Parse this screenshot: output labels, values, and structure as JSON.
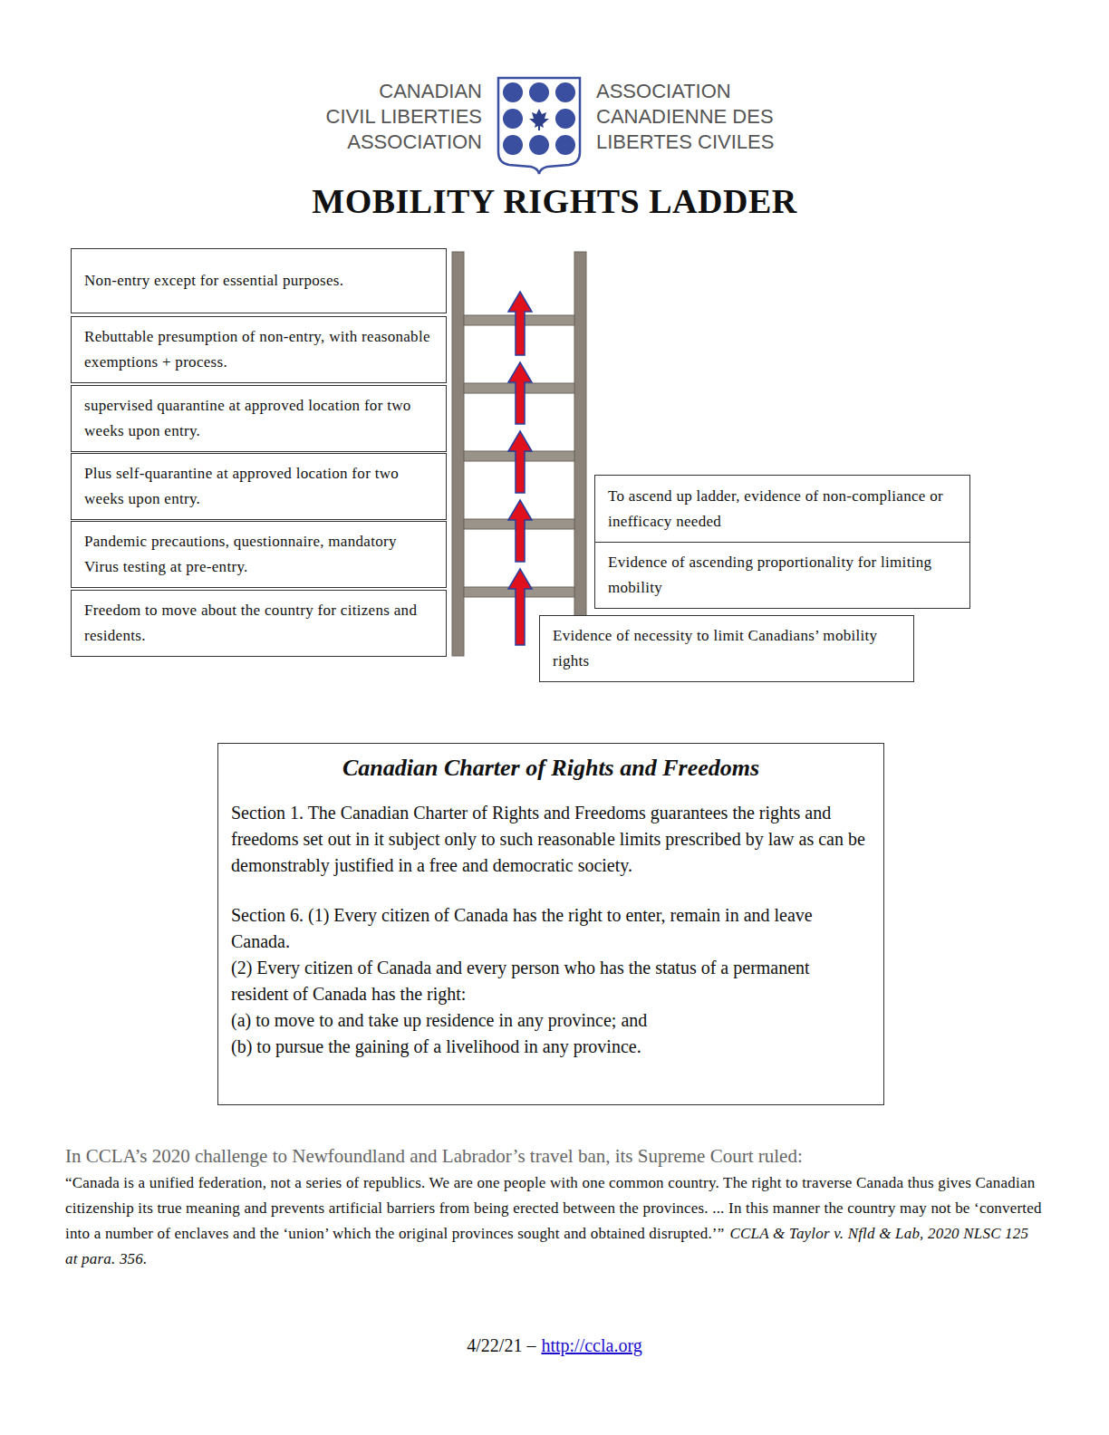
{
  "diagram": {
    "title": "MOBILITY RIGHTS LADDER",
    "nodes": [
      {
        "text": [
          "Non-entry except for essential purposes."
        ]
      },
      {
        "text": [
          "Rebuttable presumption of non-entry, with reasonable exemptions + process."
        ]
      },
      {
        "text": [
          "supervised quarantine at approved location for two weeks upon entry."
        ]
      },
      {
        "text": [
          "Plus self-quarantine at approved location for two weeks upon entry."
        ]
      },
      {
        "text": [
          "Pandemic precautions, questionnaire, mandatory Virus testing at pre-entry."
        ]
      },
      {
        "text": [
          "Freedom to move about the country for citizens and residents."
        ]
      },
      {
        "text": [
          "To ascend up ladder, evidence of non-compliance or inefficacy needed"
        ]
      },
      {
        "text": [
          "Evidence of ascending proportionality for limiting mobility"
        ]
      },
      {
        "text": [
          "Evidence of necessity to limit Canadians’ mobility rights"
        ]
      },
      {
        "text": [
          "Canadian Charter of Rights and Freedoms",
          "Section 1. The Canadian Charter of Rights and Freedoms guarantees the rights and freedoms set out in it subject only to such reasonable limits prescribed by law as can be demonstrably justified in a free and democratic society.",
          "Section 6. (1) Every citizen of Canada has the right to enter, remain in and leave Canada.",
          "(2) Every citizen of Canada and every person who has the status of a permanent resident of Canada has the right:",
          "(a) to move to and take up residence in any province; and",
          "(b) to pursue the gaining of a livelihood in any province."
        ]
      }
    ],
    "labels": [
      "CANADIAN",
      "CIVIL LIBERTIES",
      "ASSOCIATION",
      "ASSOCIATION",
      "CANADIENNE DES",
      "LIBERTES CIVILES",
      "In CCLA’s 2020 challenge to Newfoundland and Labrador’s travel ban, its Supreme Court ruled:",
      "“Canada is a unified federation, not a series of republics. We are one people with one common country. The right to traverse Canada thus gives Canadian citizenship its true meaning and prevents artificial barriers from being erected between the provinces. ... In this manner the country may not be ‘converted into a number of enclaves and the ‘union’ which the original provinces sought and obtained disrupted.’”",
      "CCLA & Taylor v. Nfld & Lab, 2020 NLSC 125 at para. 356.",
      "4/22/21 –",
      "http://ccla.org"
    ]
  }
}
